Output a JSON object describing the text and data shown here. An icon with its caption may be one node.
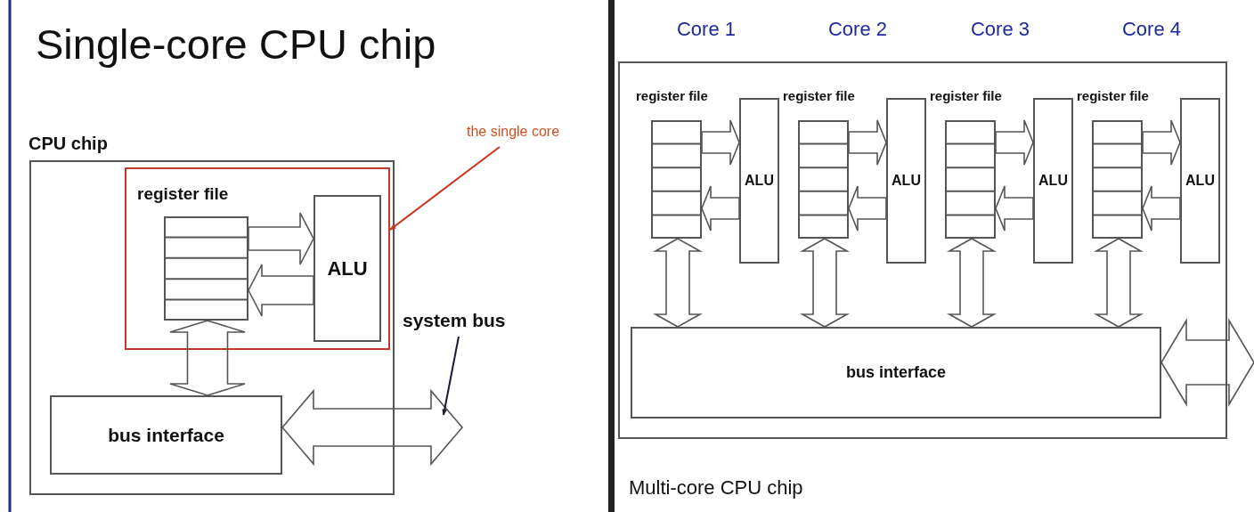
{
  "diagram": {
    "title": "Single-core CPU chip",
    "nodes": [
      {
        "text": [
          "CPU chip"
        ]
      },
      {
        "text": [],
        "shape": "box",
        "in": 0
      },
      {
        "text": [
          "register file"
        ],
        "in": 1
      },
      {
        "text": [
          "ALU"
        ],
        "in": 1
      },
      {
        "text": [
          "bus interface"
        ],
        "in": 0
      },
      {
        "text": [
          "the single core"
        ]
      },
      {
        "text": [
          "system bus"
        ]
      },
      {
        "text": [
          "Multi-core CPU chip"
        ]
      },
      {
        "text": [
          "register file"
        ],
        "in": 7
      },
      {
        "text": [
          "ALU"
        ],
        "in": 7
      },
      {
        "text": [
          "register file"
        ],
        "in": 7
      },
      {
        "text": [
          "ALU"
        ],
        "in": 7
      },
      {
        "text": [
          "register file"
        ],
        "in": 7
      },
      {
        "text": [
          "ALU"
        ],
        "in": 7
      },
      {
        "text": [
          "register file"
        ],
        "in": 7
      },
      {
        "text": [
          "ALU"
        ],
        "in": 7
      },
      {
        "text": [
          "bus interface"
        ],
        "in": 7
      }
    ],
    "edges": [
      {
        "from": 2,
        "to": 3,
        "arrow": "to"
      },
      {
        "from": 3,
        "to": 2,
        "arrow": "to"
      },
      {
        "from": 2,
        "to": 4,
        "arrow": "both"
      },
      {
        "from": 4,
        "to": null,
        "arrow": "both"
      },
      {
        "from": 5,
        "to": 1,
        "arrow": "to",
        "color": "#c8321e"
      },
      {
        "from": 6,
        "to": null,
        "arrow": "to",
        "color": "#1a1a3a"
      },
      {
        "from": 8,
        "to": 9,
        "arrow": "to"
      },
      {
        "from": 9,
        "to": 8,
        "arrow": "to"
      },
      {
        "from": 8,
        "to": 16,
        "arrow": "both"
      },
      {
        "from": 10,
        "to": 11,
        "arrow": "to"
      },
      {
        "from": 11,
        "to": 10,
        "arrow": "to"
      },
      {
        "from": 10,
        "to": 16,
        "arrow": "both"
      },
      {
        "from": 12,
        "to": 13,
        "arrow": "to"
      },
      {
        "from": 13,
        "to": 12,
        "arrow": "to"
      },
      {
        "from": 12,
        "to": 16,
        "arrow": "both"
      },
      {
        "from": 14,
        "to": 15,
        "arrow": "to"
      },
      {
        "from": 15,
        "to": 14,
        "arrow": "to"
      },
      {
        "from": 14,
        "to": 16,
        "arrow": "both"
      },
      {
        "from": 16,
        "to": null,
        "arrow": "both"
      }
    ],
    "labels": [
      "Core 1",
      "Core 2",
      "Core 3",
      "Core 4"
    ]
  }
}
